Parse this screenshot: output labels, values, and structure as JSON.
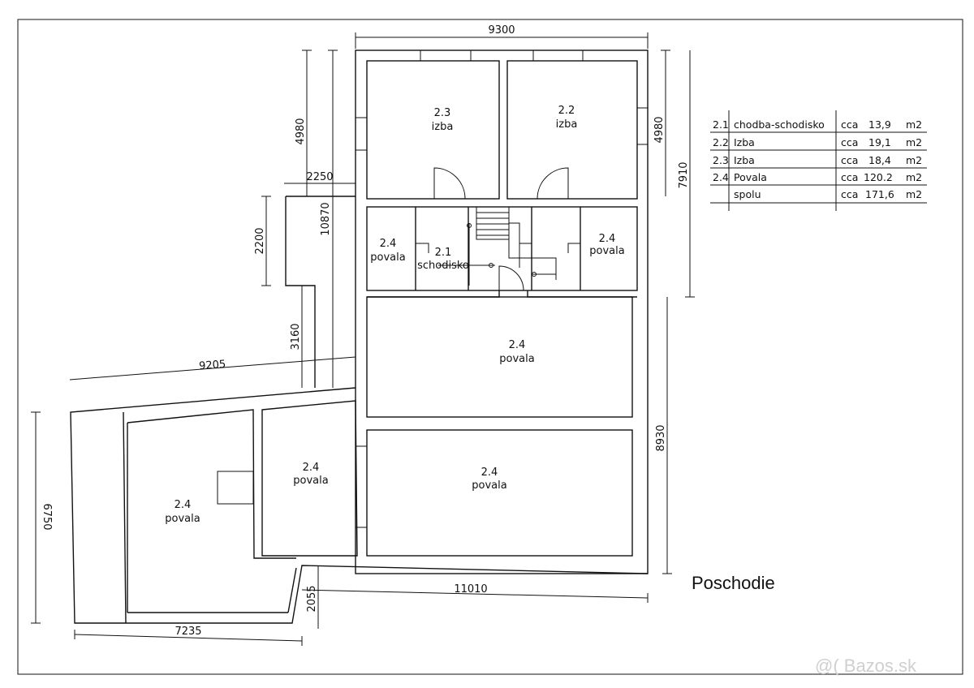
{
  "title": "Poschodie",
  "watermark": "@( Bazos.sk",
  "rooms": [
    {
      "id": "r23",
      "num": "2.3",
      "name": "izba"
    },
    {
      "id": "r22",
      "num": "2.2",
      "name": "izba"
    },
    {
      "id": "r24a",
      "num": "2.4",
      "name": "povala"
    },
    {
      "id": "r21",
      "num": "2.1",
      "name": "schodisko"
    },
    {
      "id": "r24b",
      "num": "2.4",
      "name": "povala"
    },
    {
      "id": "r24c",
      "num": "2.4",
      "name": "povala"
    },
    {
      "id": "r24d",
      "num": "2.4",
      "name": "povala"
    },
    {
      "id": "r24e",
      "num": "2.4",
      "name": "povala"
    },
    {
      "id": "r24f",
      "num": "2.4",
      "name": "povala"
    }
  ],
  "dimensions": {
    "top_width": "9300",
    "left_upper": "4980",
    "left_full": "10870",
    "left_offset": "2250",
    "left_wing": "2200",
    "left_lower": "3160",
    "diagonal": "9205",
    "right_upper": "4980",
    "right_mid": "7910",
    "right_lower": "8930",
    "far_left": "6750",
    "bottom_left": "7235",
    "bottom_step": "2055",
    "bottom_right": "11010"
  },
  "legend": {
    "rows": [
      {
        "num": "2.1",
        "name": "chodba-schodisko",
        "cca": "cca",
        "area": "13,9",
        "unit": "m2"
      },
      {
        "num": "2.2",
        "name": "Izba",
        "cca": "cca",
        "area": "19,1",
        "unit": "m2"
      },
      {
        "num": "2.3",
        "name": "Izba",
        "cca": "cca",
        "area": "18,4",
        "unit": "m2"
      },
      {
        "num": "2.4",
        "name": "Povala",
        "cca": "cca",
        "area": "120.2",
        "unit": "m2"
      },
      {
        "num": "",
        "name": "spolu",
        "cca": "cca",
        "area": "171,6",
        "unit": "m2"
      }
    ]
  }
}
